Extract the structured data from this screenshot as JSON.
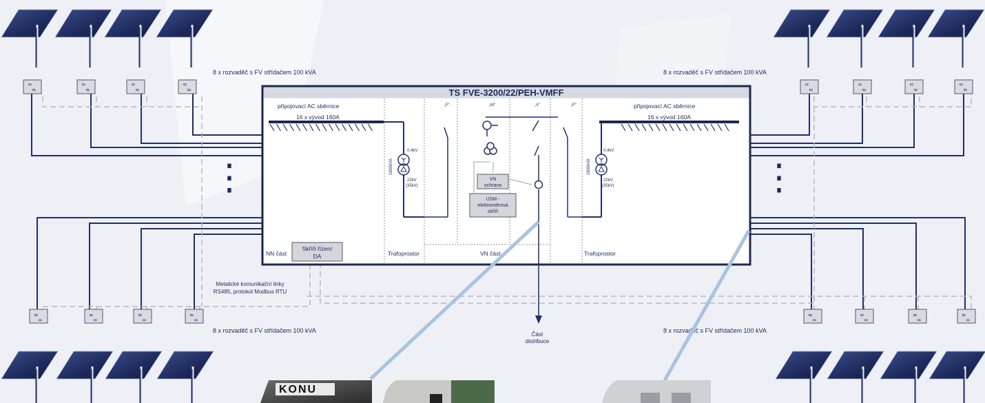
{
  "diagram": {
    "title": "TS FVE-3200/22/PEH-VMFF",
    "inverter_group_label": "8 x rozvaděč s FV střídačem 100 kVA",
    "busbar_label": "připojovací AC sběrnice",
    "outputs_label": "16 x vývod 160A",
    "transformer": {
      "power": "1600kVA",
      "lv": "0,4kV",
      "hv_1": "22kV",
      "hv_2": "(35kV)"
    },
    "sections": {
      "nn": "NN část",
      "trafo": "Trafoprostor",
      "vn": "VN část"
    },
    "control_box": {
      "line1": "Skříň řízení",
      "line2": "DA"
    },
    "vn_protection": {
      "line1": "VN",
      "line2": "ochrana"
    },
    "usm": {
      "line1": "USM -",
      "line2": "elektroměrová",
      "line3": "skříň"
    },
    "bay_labels": {
      "f_left": "„F“",
      "m": "„M“",
      "v": "„V“",
      "f_right": "„F“"
    },
    "comms": {
      "line1": "Metalické komunikační linky",
      "line2": "RS485, protokol Modbus RTU"
    },
    "distribution": {
      "line1": "Část",
      "line2": "distribuce"
    },
    "ellipsis": "⋮"
  },
  "photos": {
    "left_sign": "KONU"
  },
  "colors": {
    "line": "#1f2f66",
    "dashed": "#b5b8c0",
    "panel": "#1c2850",
    "accent": "#a9c3e0",
    "background": "#eef0f5"
  }
}
